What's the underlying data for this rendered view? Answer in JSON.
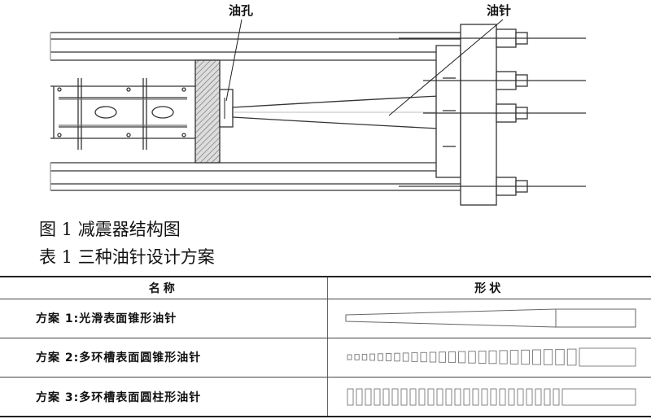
{
  "figure": {
    "label_oil_hole": "油孔",
    "label_oil_needle": "油针"
  },
  "captions": {
    "figure_caption": "图 1 减震器结构图",
    "table_caption": "表 1 三种油针设计方案"
  },
  "table": {
    "headers": [
      "名称",
      "形状"
    ],
    "rows": [
      {
        "name": "方案 1:光滑表面锥形油针",
        "shape": "smooth-cone-needle-icon"
      },
      {
        "name": "方案 2:多环槽表面圆锥形油针",
        "shape": "grooved-cone-needle-icon"
      },
      {
        "name": "方案 3:多环槽表面圆柱形油针",
        "shape": "grooved-cylinder-needle-icon"
      }
    ]
  }
}
